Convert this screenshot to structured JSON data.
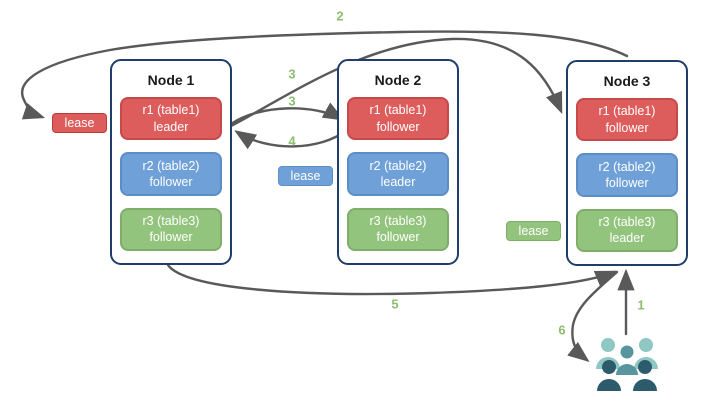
{
  "diagram": {
    "nodes": [
      {
        "title": "Node 1",
        "replicas": [
          {
            "name": "r1 (table1)",
            "role": "leader"
          },
          {
            "name": "r2 (table2)",
            "role": "follower"
          },
          {
            "name": "r3 (table3)",
            "role": "follower"
          }
        ]
      },
      {
        "title": "Node 2",
        "replicas": [
          {
            "name": "r1 (table1)",
            "role": "follower"
          },
          {
            "name": "r2 (table2)",
            "role": "leader"
          },
          {
            "name": "r3 (table3)",
            "role": "follower"
          }
        ]
      },
      {
        "title": "Node 3",
        "replicas": [
          {
            "name": "r1 (table1)",
            "role": "follower"
          },
          {
            "name": "r2 (table2)",
            "role": "follower"
          },
          {
            "name": "r3 (table3)",
            "role": "leader"
          }
        ]
      }
    ],
    "leases": [
      {
        "label": "lease",
        "variant": "red"
      },
      {
        "label": "lease",
        "variant": "blue"
      },
      {
        "label": "lease",
        "variant": "green"
      }
    ],
    "steps": {
      "s1": "1",
      "s2": "2",
      "s3a": "3",
      "s3b": "3",
      "s4": "4",
      "s5": "5",
      "s6": "6"
    },
    "icons": {
      "users": "users-icon"
    },
    "colors": {
      "replica_red_fill": "#DD5C5C",
      "replica_red_border": "#C74A4A",
      "replica_blue_fill": "#6FA1D8",
      "replica_blue_border": "#5B8EC4",
      "replica_green_fill": "#93C47D",
      "replica_green_border": "#7EAE69",
      "node_border": "#1F3D6B",
      "arrow": "#595959",
      "step_label": "#8CBE6E",
      "users_light": "#8FC7C3",
      "users_mid": "#59959E",
      "users_dark": "#2C5B6B"
    }
  }
}
